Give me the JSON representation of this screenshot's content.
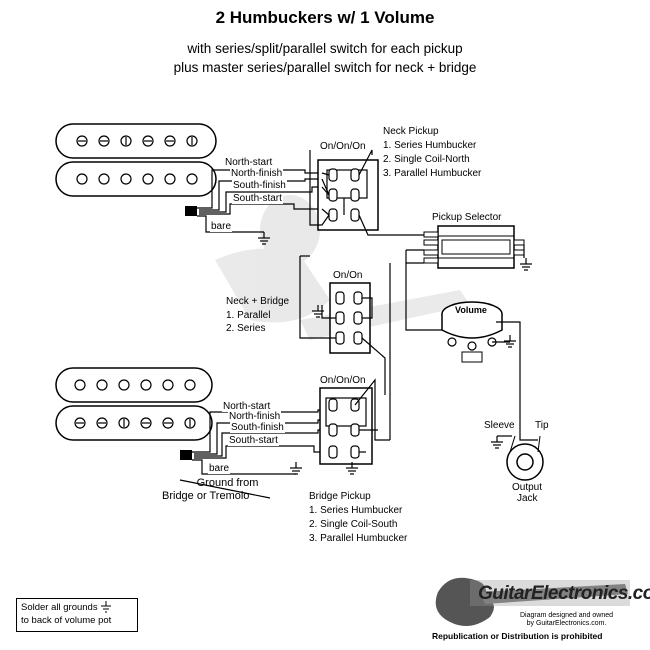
{
  "title": "2 Humbuckers w/ 1 Volume",
  "subtitle_lines": [
    "with series/split/parallel switch for each pickup",
    "plus master series/parallel switch for neck + bridge"
  ],
  "neck_pickup": {
    "wire_labels": [
      "North-start",
      "North-finish",
      "South-finish",
      "South-start",
      "bare"
    ],
    "switch_label": "On/On/On",
    "title": "Neck Pickup",
    "options": [
      "1. Series Humbucker",
      "2. Single Coil-North",
      "3. Parallel Humbucker"
    ]
  },
  "pickup_selector": {
    "label": "Pickup Selector"
  },
  "master_switch": {
    "switch_label": "On/On",
    "title": "Neck + Bridge",
    "options": [
      "1. Parallel",
      "2. Series"
    ]
  },
  "volume": {
    "label": "Volume"
  },
  "bridge_pickup": {
    "wire_labels": [
      "North-start",
      "North-finish",
      "South-finish",
      "South-start",
      "bare"
    ],
    "switch_label": "On/On/On",
    "title": "Bridge Pickup",
    "options": [
      "1. Series Humbucker",
      "2. Single Coil-South",
      "3. Parallel Humbucker"
    ]
  },
  "ground_note": [
    "Ground from",
    "Bridge or Tremolo"
  ],
  "jack": {
    "sleeve": "Sleeve",
    "tip": "Tip",
    "label_lines": [
      "Output",
      "Jack"
    ]
  },
  "solder_note": [
    "Solder all grounds",
    "to back of volume pot"
  ],
  "brand": {
    "logo": "GuitarElectronics.com",
    "credit": [
      "Diagram designed and owned",
      "by GuitarElectronics.com."
    ],
    "footer": "Republication or Distribution is prohibited"
  },
  "wire_colors": {
    "north_start": "#000000",
    "north_finish": "#000000",
    "south_finish": "#000000",
    "south_start": "#000000"
  }
}
